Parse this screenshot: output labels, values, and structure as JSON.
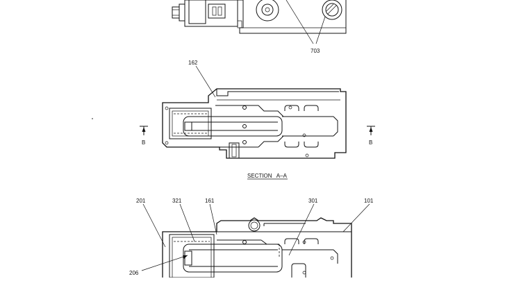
{
  "labels": {
    "top_callout": "703",
    "section_callout": "162",
    "section_title": "SECTION   A–A",
    "arrow_left": "B",
    "arrow_right": "B",
    "bottom": {
      "c201": "201",
      "c321": "321",
      "c161": "161",
      "c301": "301",
      "c101": "101",
      "c206": "206"
    }
  }
}
